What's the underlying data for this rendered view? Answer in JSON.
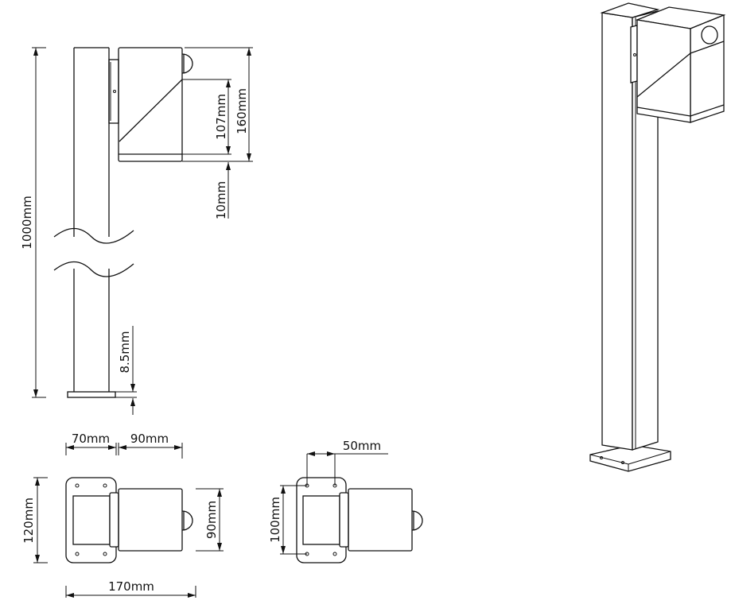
{
  "drawing": {
    "side_view": {
      "total_height": "1000mm",
      "lamp_height": "160mm",
      "diagonal_height": "107mm",
      "band_height": "10mm",
      "base_plate_thickness": "8.5mm"
    },
    "top_view": {
      "plate_width": "70mm",
      "lamp_depth": "90mm",
      "plate_height": "120mm",
      "lamp_width": "90mm",
      "overall_length": "170mm"
    },
    "mounting_view": {
      "hole_spacing_horizontal": "50mm",
      "hole_spacing_vertical": "100mm"
    }
  }
}
